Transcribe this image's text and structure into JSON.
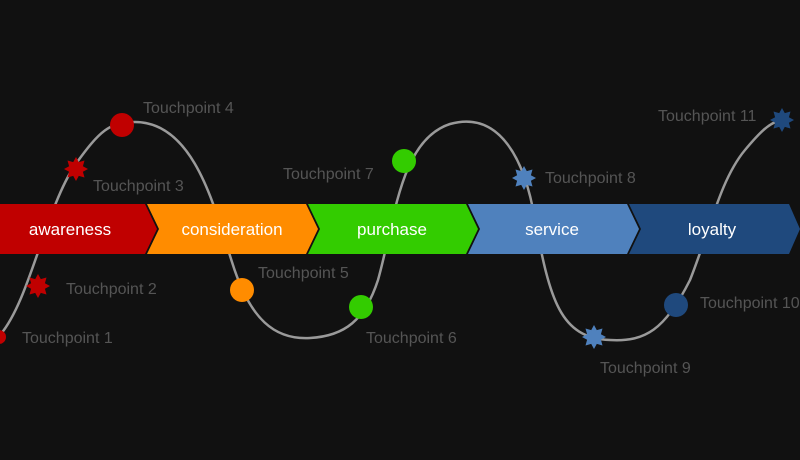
{
  "colors": {
    "background": "#111111",
    "path_line": "#9a9a9a",
    "touchpoint_label": "#555555",
    "stage_label": "#ffffff"
  },
  "stages": [
    {
      "label": "awareness",
      "color": "#c00000"
    },
    {
      "label": "consideration",
      "color": "#ff8c00"
    },
    {
      "label": "purchase",
      "color": "#33cc00"
    },
    {
      "label": "service",
      "color": "#4f81bd"
    },
    {
      "label": "loyalty",
      "color": "#1f497d"
    }
  ],
  "touchpoints": [
    {
      "label": "Touchpoint 1",
      "color": "#c00000",
      "marker": "circle"
    },
    {
      "label": "Touchpoint 2",
      "color": "#c00000",
      "marker": "star"
    },
    {
      "label": "Touchpoint 3",
      "color": "#c00000",
      "marker": "star"
    },
    {
      "label": "Touchpoint 4",
      "color": "#c00000",
      "marker": "circle"
    },
    {
      "label": "Touchpoint 5",
      "color": "#ff8c00",
      "marker": "circle"
    },
    {
      "label": "Touchpoint 6",
      "color": "#33cc00",
      "marker": "circle"
    },
    {
      "label": "Touchpoint 7",
      "color": "#33cc00",
      "marker": "circle"
    },
    {
      "label": "Touchpoint 8",
      "color": "#4f81bd",
      "marker": "star"
    },
    {
      "label": "Touchpoint 9",
      "color": "#4f81bd",
      "marker": "star"
    },
    {
      "label": "Touchpoint 10",
      "color": "#1f497d",
      "marker": "circle"
    },
    {
      "label": "Touchpoint 11",
      "color": "#1f497d",
      "marker": "star"
    }
  ]
}
